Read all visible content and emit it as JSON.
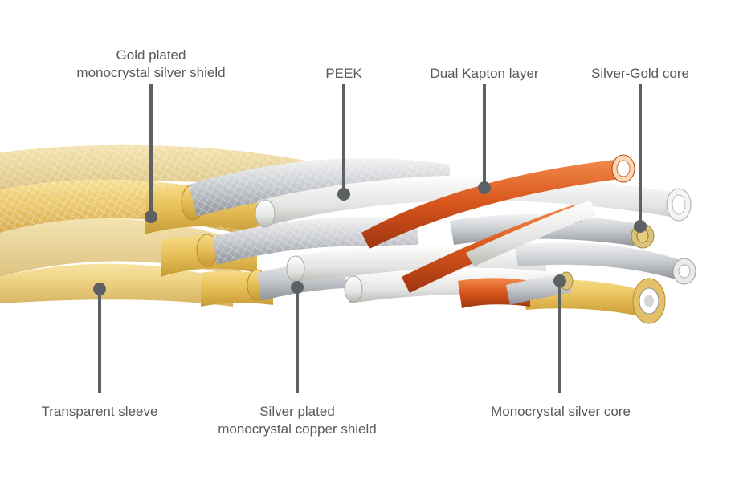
{
  "labels": {
    "gold_shield": [
      "Gold plated",
      "monocrystal silver shield"
    ],
    "peek": "PEEK",
    "kapton": "Dual Kapton layer",
    "silver_gold_core": "Silver-Gold core",
    "sleeve": "Transparent sleeve",
    "copper_shield": [
      "Silver plated",
      "monocrystal copper shield"
    ],
    "silver_core": "Monocrystal silver core"
  },
  "colors": {
    "leader": "#5d6164",
    "text": "#555a5e",
    "gold": "#e9c15a",
    "silver": "#c9ccd0",
    "peek": "#e6e7e4",
    "kapton": "#d8551c"
  }
}
